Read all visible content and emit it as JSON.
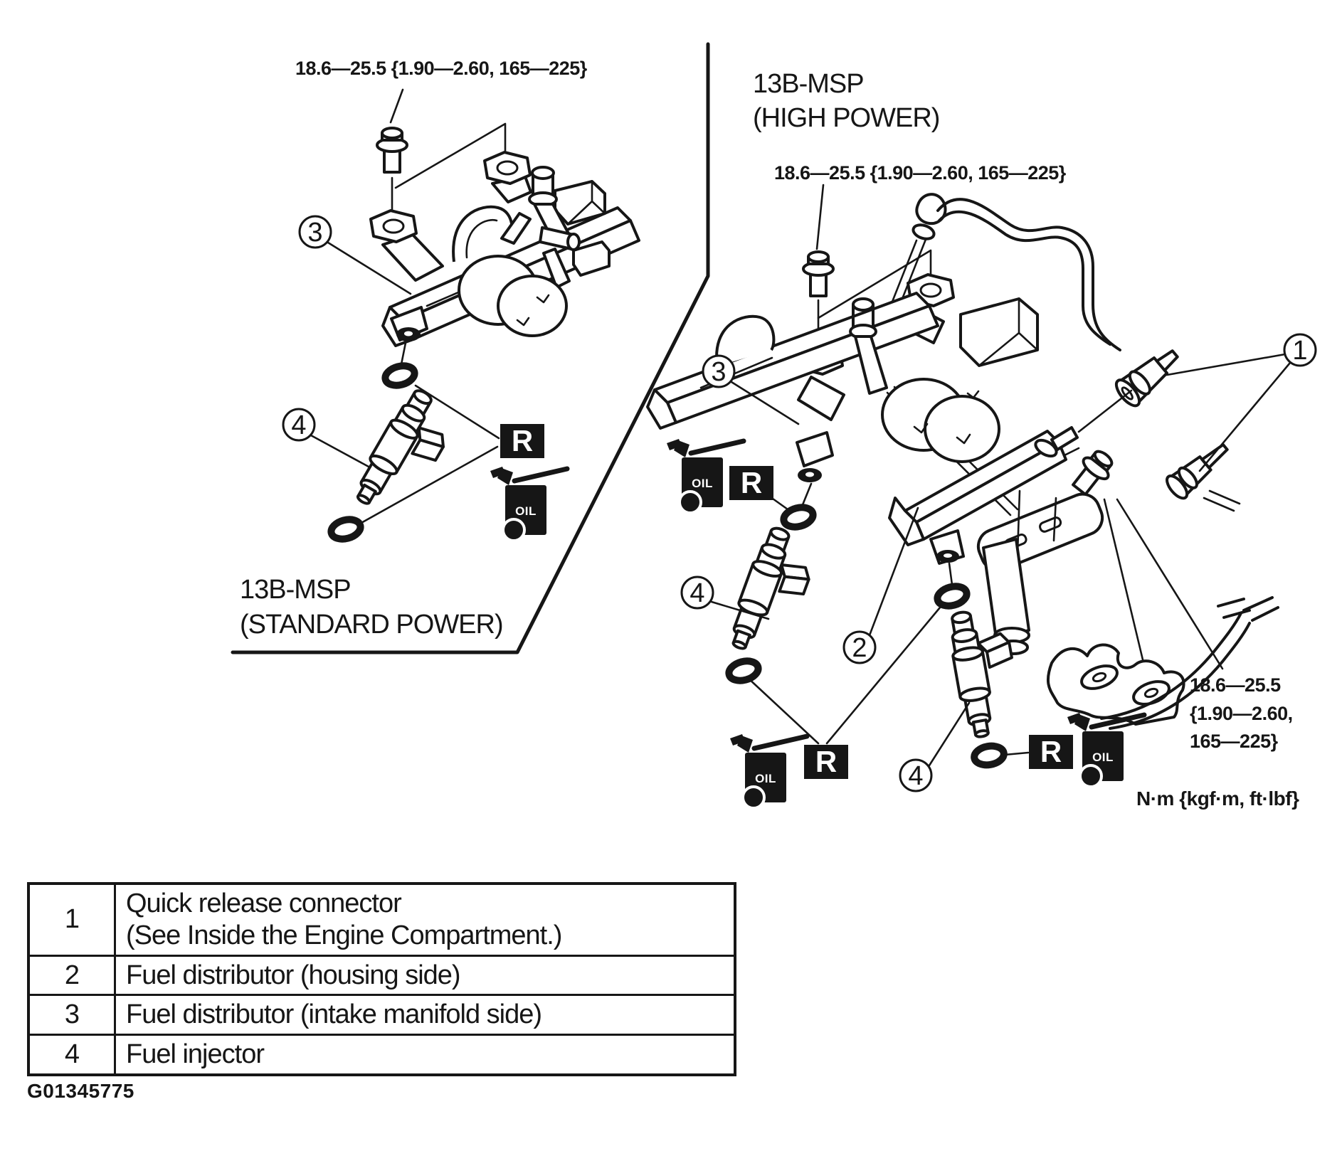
{
  "figure_id": "G01345775",
  "sections": {
    "standard": {
      "name_line1": "13B-MSP",
      "name_line2": "(STANDARD POWER)",
      "torque_label": "18.6—25.5 {1.90—2.60, 165—225}"
    },
    "high": {
      "name_line1": "13B-MSP",
      "name_line2": "(HIGH POWER)",
      "torque_label": "18.6—25.5 {1.90—2.60, 165—225}",
      "torque_label_2_line1": "18.6—25.5",
      "torque_label_2_line2": "{1.90—2.60,",
      "torque_label_2_line3": "165—225}"
    }
  },
  "units_note": "N·m {kgf·m, ft·lbf}",
  "icons": {
    "recycle_label": "R",
    "oil_label": "OIL"
  },
  "callouts": {
    "c1": "1",
    "c2": "2",
    "c3": "3",
    "c4": "4"
  },
  "legend": {
    "rows": [
      {
        "number": "1",
        "description_line1": "Quick release connector",
        "description_line2": "(See Inside the Engine Compartment.)"
      },
      {
        "number": "2",
        "description_line1": "Fuel distributor (housing side)"
      },
      {
        "number": "3",
        "description_line1": "Fuel distributor (intake manifold side)"
      },
      {
        "number": "4",
        "description_line1": "Fuel injector"
      }
    ]
  },
  "colors": {
    "ink": "#161616",
    "paper": "#ffffff"
  }
}
